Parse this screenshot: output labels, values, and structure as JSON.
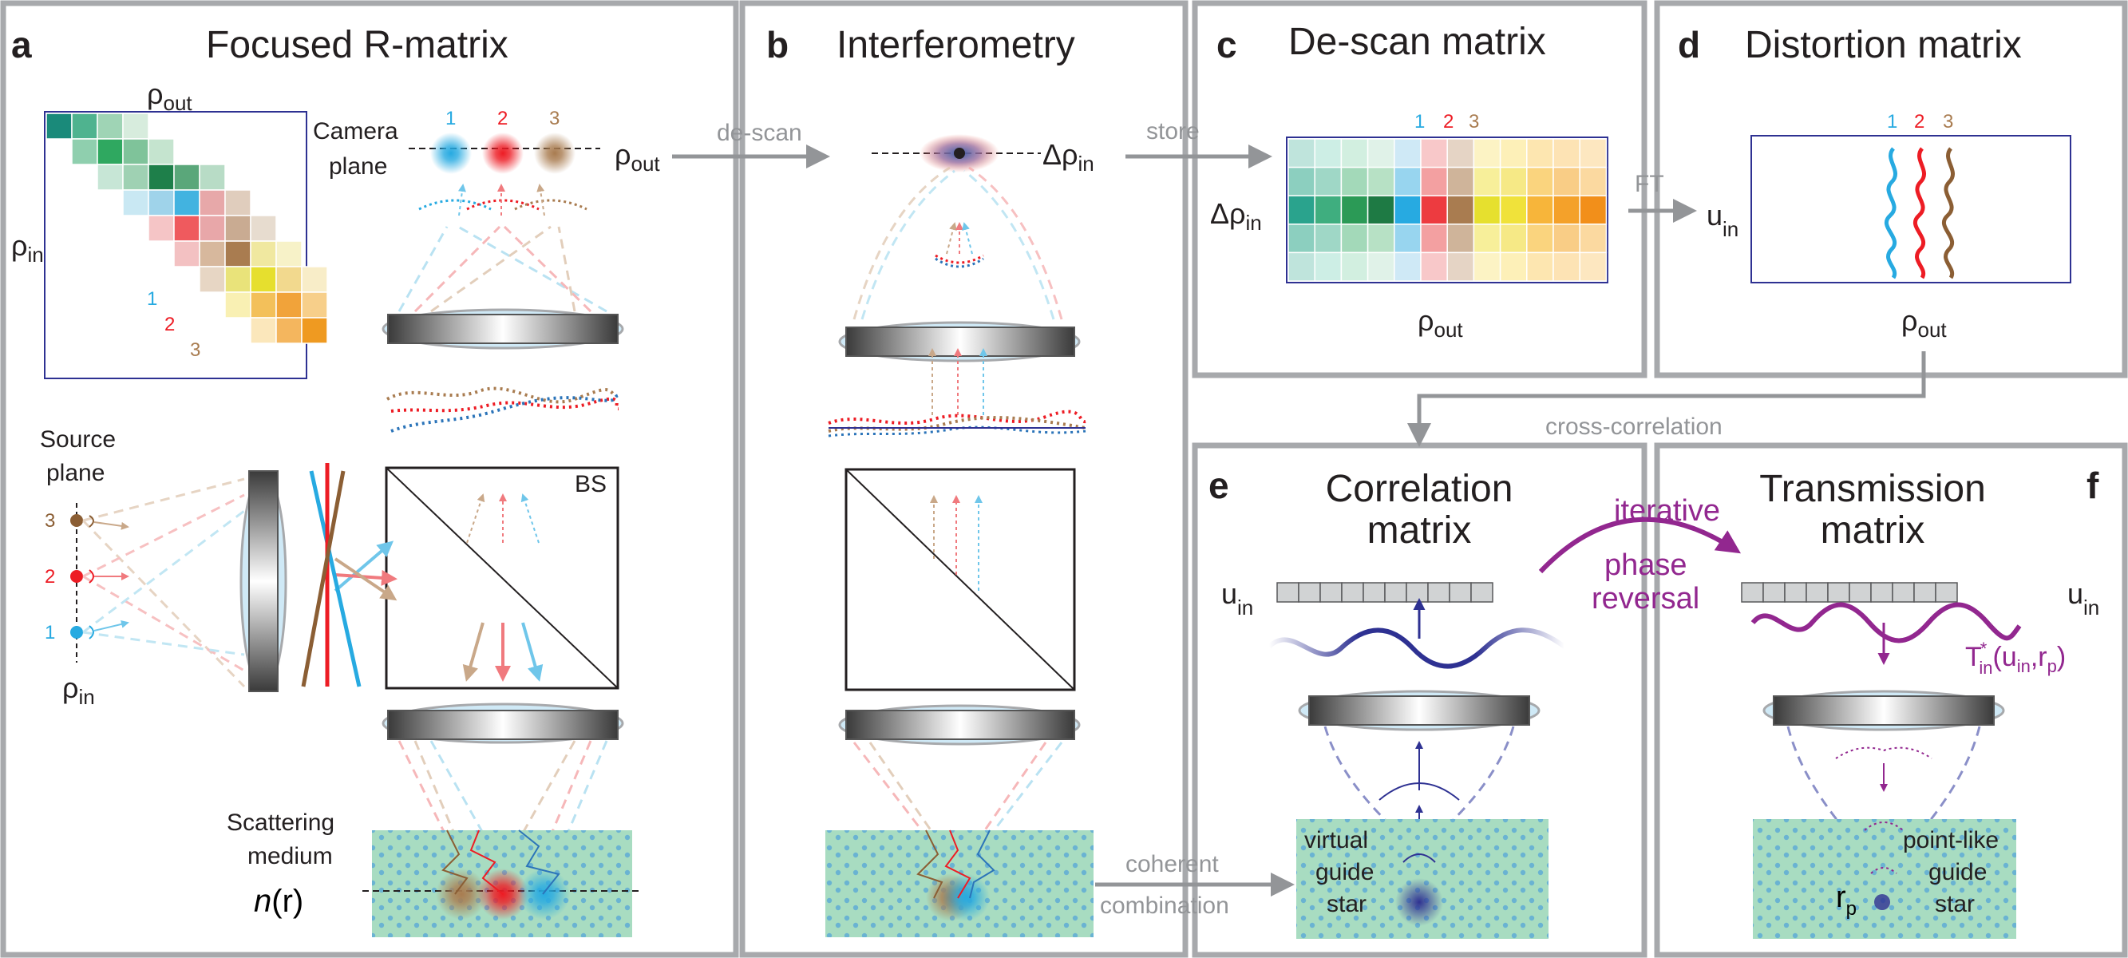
{
  "panels": {
    "a": {
      "letter": "a",
      "title": "Focused  R-matrix"
    },
    "b": {
      "letter": "b",
      "title": "Interferometry"
    },
    "c": {
      "letter": "c",
      "title": "De-scan matrix"
    },
    "d": {
      "letter": "d",
      "title": "Distortion matrix"
    },
    "e": {
      "letter": "e",
      "title_line1": "Correlation",
      "title_line2": "matrix"
    },
    "f": {
      "letter": "f",
      "title_line1": "Transmission",
      "title_line2": "matrix"
    }
  },
  "labels": {
    "rho": "ρ",
    "out": "out",
    "in": "in",
    "delta_rho": "Δρ",
    "u": "u",
    "p": "p",
    "r": "r",
    "camera_plane_1": "Camera",
    "camera_plane_2": "plane",
    "source_plane_1": "Source",
    "source_plane_2": "plane",
    "scattering_medium_1": "Scattering",
    "scattering_medium_2": "medium",
    "n_r_italic": "n",
    "n_r_rest": "(r)",
    "bs": "BS",
    "virtual_guide_star": [
      "virtual",
      "guide",
      "star"
    ],
    "point_like_guide_star": [
      "point-like",
      "guide",
      "star"
    ],
    "T_star": "T",
    "T_star_sup": "*",
    "T_args_1": "(u",
    "T_args_2": ",r",
    "T_args_3": ")"
  },
  "arrows": {
    "descan": "de-scan",
    "store": "store",
    "ft": "FT",
    "cross_correlation": "cross-correlation",
    "coherent_1": "coherent",
    "coherent_2": "combination",
    "iterative": "iterative",
    "phase": "phase",
    "reversal": "reversal"
  },
  "markers": [
    "1",
    "2",
    "3"
  ],
  "colors": {
    "blue": "#27aae1",
    "red": "#ed1c24",
    "brown": "#a97c50",
    "purple": "#92278f",
    "navy": "#2e3192",
    "frame": "#a7a9ac",
    "medium": "#a8dcc1",
    "arrow": "#939598"
  }
}
